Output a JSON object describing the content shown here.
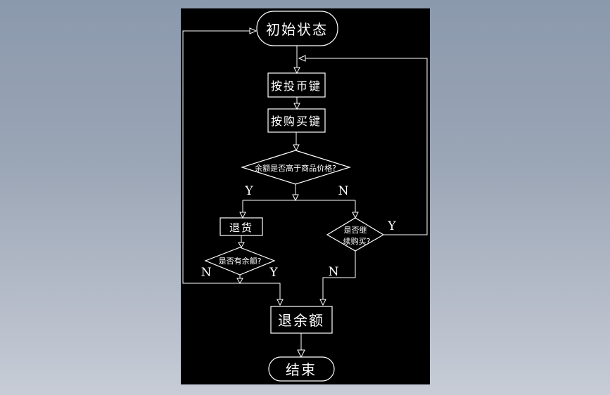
{
  "canvas": {
    "background_color": "#000000",
    "line_color": "#ffffff",
    "backdrop_top_color": "#8b99ad",
    "backdrop_bottom_color": "#c7ccd6"
  },
  "flowchart": {
    "title": "vending machine state flowchart",
    "nodes": {
      "start": {
        "type": "terminator",
        "label": "初始状态"
      },
      "press_coin": {
        "type": "process",
        "label": "按投币键"
      },
      "press_buy": {
        "type": "process",
        "label": "按购买键"
      },
      "check_balance": {
        "type": "decision",
        "label": "余额是否高于商品价格?"
      },
      "refund_goods": {
        "type": "process",
        "label": "退货"
      },
      "continue_buy": {
        "type": "decision",
        "lines": [
          "是否继",
          "续购买?"
        ]
      },
      "has_balance": {
        "type": "decision",
        "label": "是否有余额?"
      },
      "refund_balance": {
        "type": "process",
        "label": "退余额"
      },
      "end": {
        "type": "terminator",
        "label": "结束"
      }
    },
    "branch_labels": {
      "check_balance_yes": "Y",
      "check_balance_no": "N",
      "continue_buy_yes": "Y",
      "continue_buy_no": "N",
      "has_balance_no": "N",
      "has_balance_yes": "Y"
    },
    "edges": [
      {
        "from": "start",
        "to": "press_coin",
        "label": ""
      },
      {
        "from": "press_coin",
        "to": "press_buy",
        "label": ""
      },
      {
        "from": "press_buy",
        "to": "check_balance",
        "label": ""
      },
      {
        "from": "check_balance",
        "to": "refund_goods",
        "label": "Y"
      },
      {
        "from": "check_balance",
        "to": "continue_buy",
        "label": "N"
      },
      {
        "from": "refund_goods",
        "to": "has_balance",
        "label": ""
      },
      {
        "from": "continue_buy",
        "to": "start",
        "label": "Y"
      },
      {
        "from": "continue_buy",
        "to": "refund_balance",
        "label": "N"
      },
      {
        "from": "has_balance",
        "to": "start",
        "label": "N"
      },
      {
        "from": "has_balance",
        "to": "refund_balance",
        "label": "Y"
      },
      {
        "from": "refund_balance",
        "to": "end",
        "label": ""
      }
    ]
  }
}
